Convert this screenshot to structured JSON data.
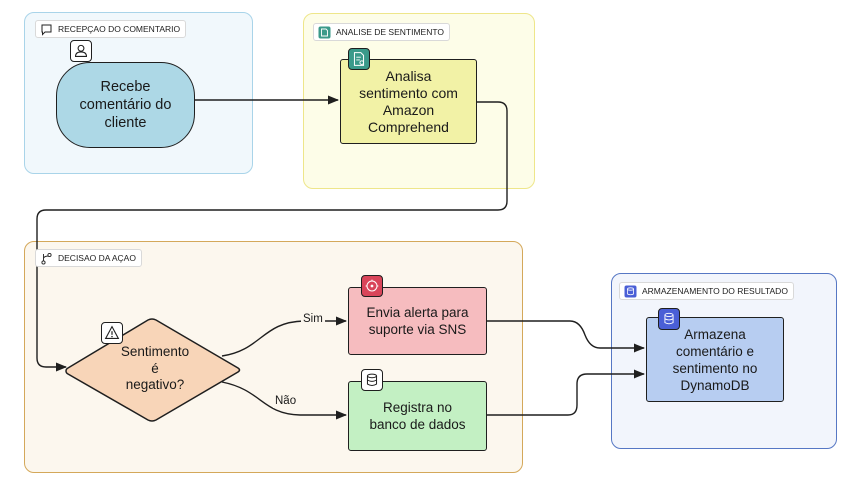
{
  "groups": {
    "recepcao": {
      "label": "RECEPÇAO DO COMENTARIO",
      "icon": "comment-icon"
    },
    "analise": {
      "label": "ANALISE DE SENTIMENTO",
      "icon": "comprehend-icon"
    },
    "decisao": {
      "label": "DECISAO DA AÇAO",
      "icon": "branch-icon"
    },
    "armazenamento": {
      "label": "ARMAZENAMENTO DO RESULTADO",
      "icon": "dynamodb-icon"
    }
  },
  "nodes": {
    "recebe": {
      "label": "Recebe\ncomentário do\ncliente",
      "icon": "user-icon"
    },
    "analisa": {
      "label": "Analisa\nsentimento com\nAmazon\nComprehend",
      "icon": "comprehend-icon"
    },
    "decisao": {
      "label": "Sentimento\né\nnegativo?",
      "icon": "warning-icon"
    },
    "envia": {
      "label": "Envia alerta para\nsuporte via SNS",
      "icon": "sns-icon"
    },
    "registra": {
      "label": "Registra no\nbanco de dados",
      "icon": "database-icon"
    },
    "armazena": {
      "label": "Armazena\ncomentário e\nsentimento no\nDynamoDB",
      "icon": "dynamodb-icon"
    }
  },
  "edges": {
    "sim": "Sim",
    "nao": "Não"
  },
  "colors": {
    "recebe": "#add8e6",
    "analisa": "#f2f2a6",
    "decisao": "#f8d5b8",
    "envia": "#f6bcbf",
    "registra": "#c3f0c3",
    "armazena": "#b7cdf1"
  }
}
